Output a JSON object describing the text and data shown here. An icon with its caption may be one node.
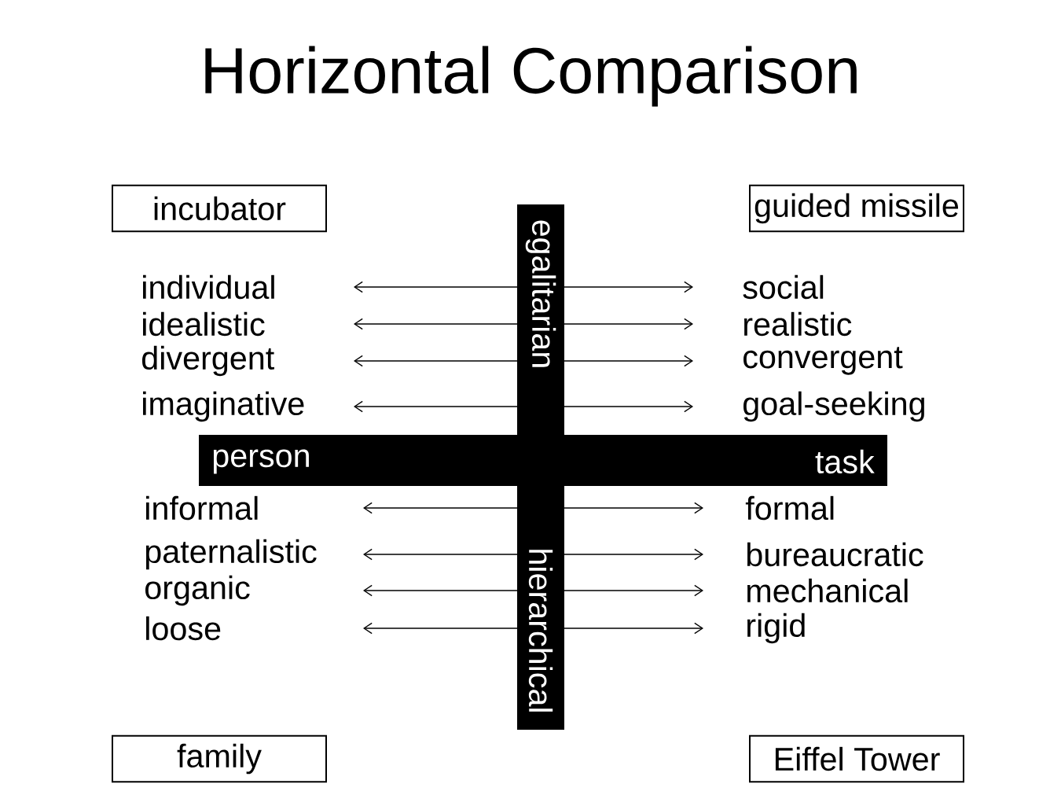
{
  "diagram": {
    "title": "Horizontal Comparison",
    "nodes": [
      {
        "text": [
          "incubator"
        ]
      },
      {
        "text": [
          "guided missile"
        ]
      },
      {
        "text": [
          "egalitarian",
          "hierarchical"
        ]
      },
      {
        "text": [
          "individual"
        ]
      },
      {
        "text": [
          "idealistic"
        ]
      },
      {
        "text": [
          "divergent"
        ]
      },
      {
        "text": [
          "imaginative"
        ]
      },
      {
        "text": [
          "social"
        ]
      },
      {
        "text": [
          "realistic"
        ]
      },
      {
        "text": [
          "convergent"
        ]
      },
      {
        "text": [
          "goal-seeking"
        ]
      },
      {
        "text": [
          "person",
          "task"
        ]
      },
      {
        "text": [
          "informal"
        ]
      },
      {
        "text": [
          "paternalistic"
        ]
      },
      {
        "text": [
          "organic"
        ]
      },
      {
        "text": [
          "loose"
        ]
      },
      {
        "text": [
          "formal"
        ]
      },
      {
        "text": [
          "bureaucratic"
        ]
      },
      {
        "text": [
          "mechanical"
        ]
      },
      {
        "text": [
          "rigid"
        ]
      },
      {
        "text": [
          "family"
        ]
      },
      {
        "text": [
          "Eiffel Tower"
        ]
      }
    ]
  }
}
